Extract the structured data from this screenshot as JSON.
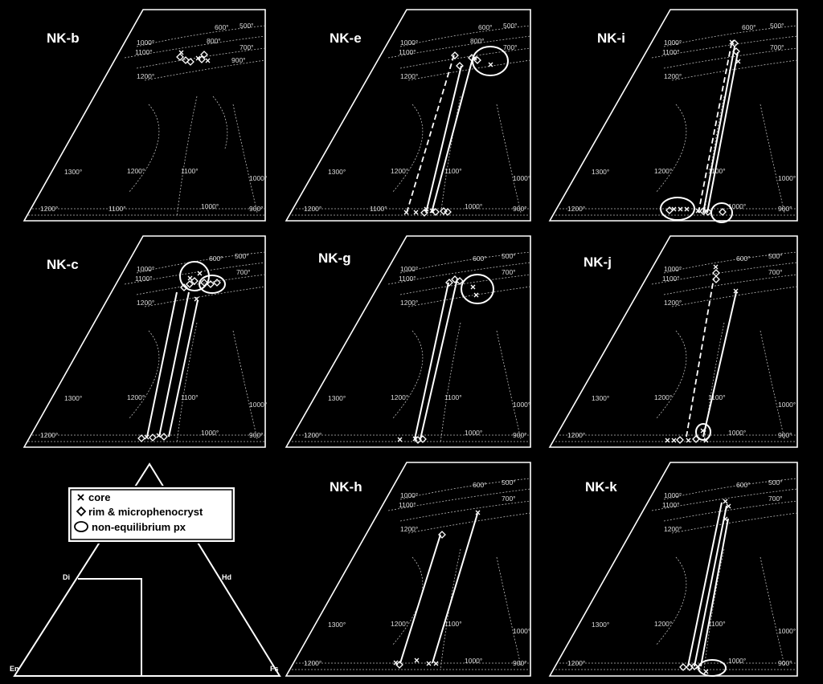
{
  "figure": {
    "panels": [
      {
        "id": "b",
        "title": "NK-b"
      },
      {
        "id": "e",
        "title": "NK-e"
      },
      {
        "id": "i",
        "title": "NK-i"
      },
      {
        "id": "c",
        "title": "NK-c"
      },
      {
        "id": "g",
        "title": "NK-g"
      },
      {
        "id": "j",
        "title": "NK-j"
      },
      {
        "id": "h",
        "title": "NK-h"
      },
      {
        "id": "k",
        "title": "NK-k"
      }
    ],
    "isotherm_labels_top": [
      "1000°",
      "1100°",
      "1200°",
      "800°",
      "600°",
      "500°",
      "700°",
      "900°"
    ],
    "isotherm_labels_bottom": [
      "1300°",
      "1200°",
      "1100°",
      "1000°",
      "1200°",
      "1100°",
      "1000°",
      "900°"
    ],
    "legend": {
      "core": "core",
      "rim": "rim & microphenocryst",
      "noneq": "non-equilibrium px"
    },
    "key_triangle": {
      "Di": "Di",
      "Hd": "Hd",
      "En": "En",
      "Fs": "Fs"
    },
    "colors": {
      "background": "#000000",
      "foreground": "#ffffff",
      "isotherm": "#bfbfbf"
    }
  }
}
